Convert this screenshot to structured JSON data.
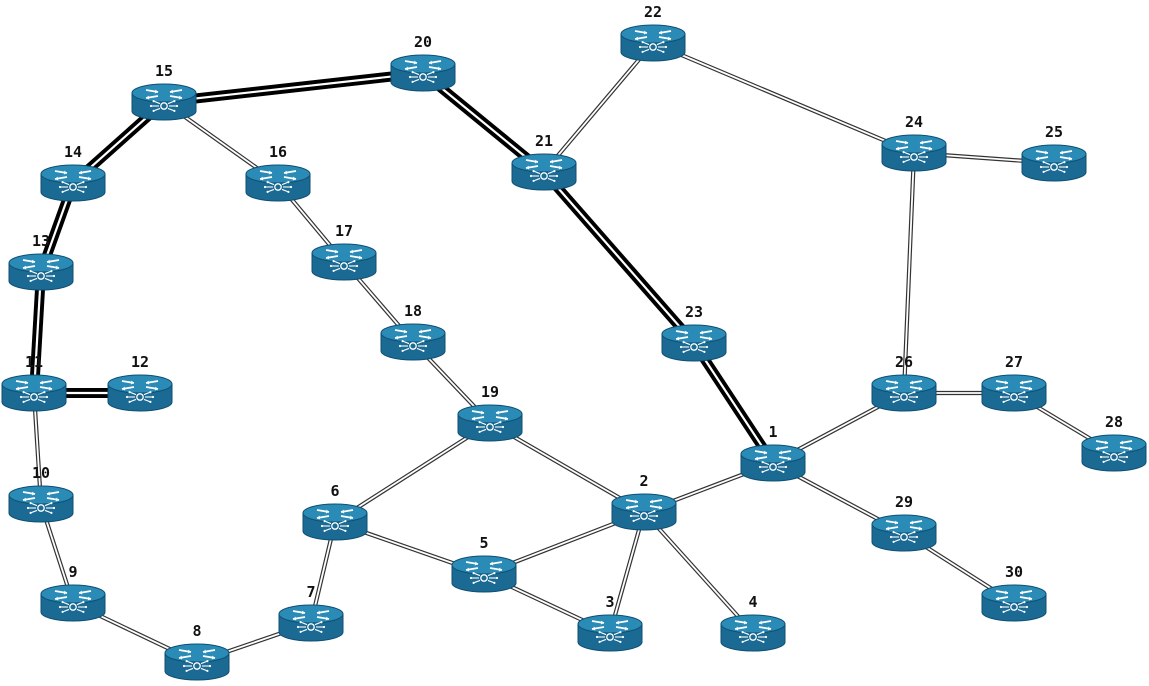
{
  "colors": {
    "router_top": "#2a8bb6",
    "router_body": "#1b6a94",
    "router_dark": "#0f4f72",
    "router_glyph": "#ffffff",
    "link": "#333333",
    "link_fill": "#ffffff",
    "highlight": "#000000",
    "label": "#111111"
  },
  "node_icon": "router-icon",
  "nodes": [
    {
      "id": "1"
    },
    {
      "id": "2"
    },
    {
      "id": "3"
    },
    {
      "id": "4"
    },
    {
      "id": "5"
    },
    {
      "id": "6"
    },
    {
      "id": "7"
    },
    {
      "id": "8"
    },
    {
      "id": "9"
    },
    {
      "id": "10"
    },
    {
      "id": "11"
    },
    {
      "id": "12"
    },
    {
      "id": "13"
    },
    {
      "id": "14"
    },
    {
      "id": "15"
    },
    {
      "id": "16"
    },
    {
      "id": "17"
    },
    {
      "id": "18"
    },
    {
      "id": "19"
    },
    {
      "id": "20"
    },
    {
      "id": "21"
    },
    {
      "id": "22"
    },
    {
      "id": "23"
    },
    {
      "id": "24"
    },
    {
      "id": "25"
    },
    {
      "id": "26"
    },
    {
      "id": "27"
    },
    {
      "id": "28"
    },
    {
      "id": "29"
    },
    {
      "id": "30"
    }
  ],
  "links": [
    {
      "a": "12",
      "b": "11",
      "highlight": true
    },
    {
      "a": "11",
      "b": "13",
      "highlight": true
    },
    {
      "a": "13",
      "b": "14",
      "highlight": true
    },
    {
      "a": "14",
      "b": "15",
      "highlight": true
    },
    {
      "a": "15",
      "b": "20",
      "highlight": true
    },
    {
      "a": "20",
      "b": "21",
      "highlight": true
    },
    {
      "a": "21",
      "b": "23",
      "highlight": true
    },
    {
      "a": "23",
      "b": "1",
      "highlight": true
    },
    {
      "a": "11",
      "b": "10",
      "highlight": false
    },
    {
      "a": "10",
      "b": "9",
      "highlight": false
    },
    {
      "a": "9",
      "b": "8",
      "highlight": false
    },
    {
      "a": "8",
      "b": "7",
      "highlight": false
    },
    {
      "a": "7",
      "b": "6",
      "highlight": false
    },
    {
      "a": "6",
      "b": "19",
      "highlight": false
    },
    {
      "a": "6",
      "b": "5",
      "highlight": false
    },
    {
      "a": "5",
      "b": "3",
      "highlight": false
    },
    {
      "a": "5",
      "b": "2",
      "highlight": false
    },
    {
      "a": "19",
      "b": "2",
      "highlight": false
    },
    {
      "a": "2",
      "b": "3",
      "highlight": false
    },
    {
      "a": "2",
      "b": "4",
      "highlight": false
    },
    {
      "a": "2",
      "b": "1",
      "highlight": false
    },
    {
      "a": "15",
      "b": "16",
      "highlight": false
    },
    {
      "a": "16",
      "b": "17",
      "highlight": false
    },
    {
      "a": "17",
      "b": "18",
      "highlight": false
    },
    {
      "a": "18",
      "b": "19",
      "highlight": false
    },
    {
      "a": "21",
      "b": "22",
      "highlight": false
    },
    {
      "a": "22",
      "b": "24",
      "highlight": false
    },
    {
      "a": "24",
      "b": "25",
      "highlight": false
    },
    {
      "a": "24",
      "b": "26",
      "highlight": false
    },
    {
      "a": "1",
      "b": "26",
      "highlight": false
    },
    {
      "a": "26",
      "b": "27",
      "highlight": false
    },
    {
      "a": "27",
      "b": "28",
      "highlight": false
    },
    {
      "a": "1",
      "b": "29",
      "highlight": false
    },
    {
      "a": "29",
      "b": "30",
      "highlight": false
    }
  ]
}
